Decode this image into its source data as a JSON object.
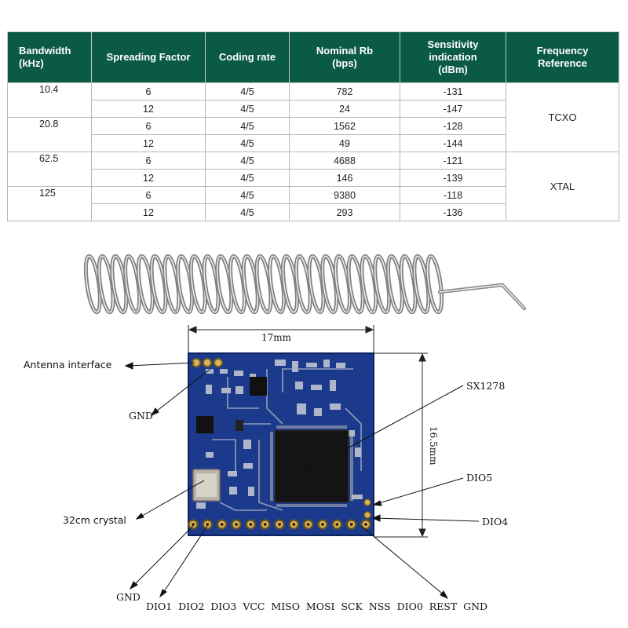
{
  "table": {
    "headers": [
      "Bandwidth\n(kHz)",
      "Spreading Factor",
      "Coding rate",
      "Nominal Rb\n(bps)",
      "Sensitivity\nindication\n(dBm)",
      "Frequency\nReference"
    ],
    "header_lines": [
      [
        "Bandwidth",
        "(kHz)"
      ],
      [
        "Spreading Factor"
      ],
      [
        "Coding rate"
      ],
      [
        "Nominal Rb",
        "(bps)"
      ],
      [
        "Sensitivity",
        "indication",
        "(dBm)"
      ],
      [
        "Frequency",
        "Reference"
      ]
    ],
    "bandwidths": [
      "10.4",
      "20.8",
      "62.5",
      "125"
    ],
    "rows": [
      {
        "sf": "6",
        "cr": "4/5",
        "rb": "782",
        "sens": "-131"
      },
      {
        "sf": "12",
        "cr": "4/5",
        "rb": "24",
        "sens": "-147"
      },
      {
        "sf": "6",
        "cr": "4/5",
        "rb": "1562",
        "sens": "-128"
      },
      {
        "sf": "12",
        "cr": "4/5",
        "rb": "49",
        "sens": "-144"
      },
      {
        "sf": "6",
        "cr": "4/5",
        "rb": "4688",
        "sens": "-121"
      },
      {
        "sf": "12",
        "cr": "4/5",
        "rb": "146",
        "sens": "-139"
      },
      {
        "sf": "6",
        "cr": "4/5",
        "rb": "9380",
        "sens": "-118"
      },
      {
        "sf": "12",
        "cr": "4/5",
        "rb": "293",
        "sens": "-136"
      }
    ],
    "references": [
      "TCXO",
      "XTAL"
    ],
    "header_color": "#0b5a46"
  },
  "module": {
    "width_dim": "17mm",
    "height_dim": "16.5mm",
    "antenna_label": "Antenna interface",
    "gnd_top_label": "GND",
    "chip_label": "SX1278",
    "crystal_label": "32cm crystal",
    "dio5_label": "DIO5",
    "dio4_label": "DIO4",
    "gnd_bottom_label": "GND",
    "pin_labels": "DIO1  DIO2  DIO3  VCC  MISO  MOSI  SCK  NSS  DIO0  REST  GND",
    "pcb_color": "#1b3a8c"
  }
}
